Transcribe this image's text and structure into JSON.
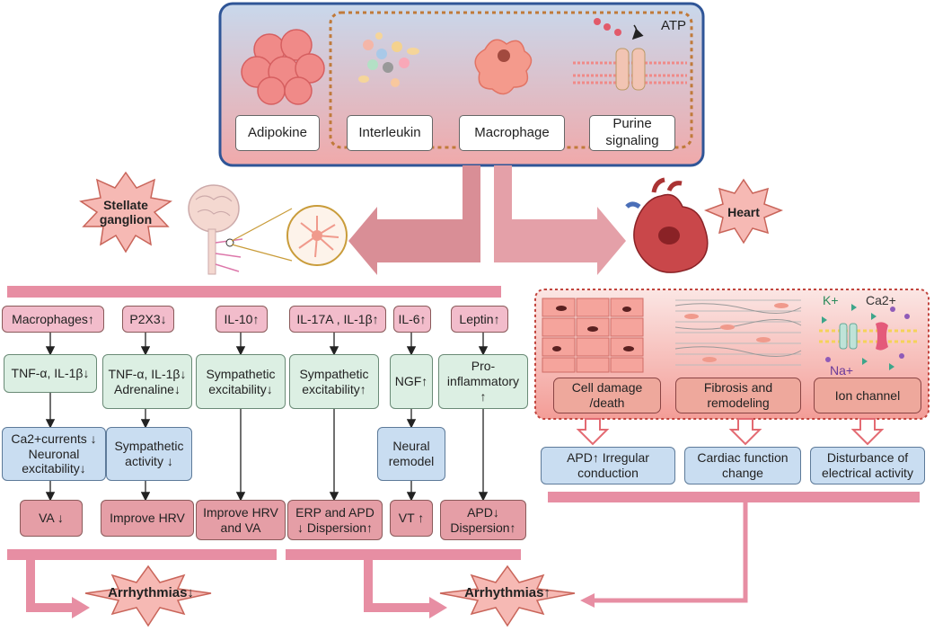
{
  "top_panel": {
    "adipokine": "Adipokine",
    "interleukin": "Interleukin",
    "macrophage": "Macrophage",
    "purine": "Purine signaling",
    "atp": "ATP"
  },
  "targets": {
    "stellate": "Stellate ganglion",
    "heart": "Heart"
  },
  "columns": [
    {
      "top": "Macrophages↑",
      "mid": "TNF-α, IL-1β↓",
      "mid2": "Ca2+currents ↓ Neuronal excitability↓",
      "bottom": "VA ↓"
    },
    {
      "top": "P2X3↓",
      "mid": "TNF-α, IL-1β↓ Adrenaline↓",
      "mid2": "Sympathetic activity ↓",
      "bottom": "Improve HRV"
    },
    {
      "top": "IL-10↑",
      "mid": "Sympathetic excitability↓",
      "bottom": "Improve HRV and VA"
    },
    {
      "top": "IL-17A , IL-1β↑",
      "mid": "Sympathetic excitability↑",
      "bottom": "ERP and APD ↓ Dispersion↑"
    },
    {
      "top": "IL-6↑",
      "mid": "NGF↑",
      "mid2": "Neural remodel",
      "bottom": "VT ↑"
    },
    {
      "top": "Leptin↑",
      "mid": "Pro-inflammatory ↑",
      "bottom": "APD↓ Dispersion↑"
    }
  ],
  "heart_panel": {
    "k": "K+",
    "ca": "Ca2+",
    "na": "Na+",
    "cell_damage": "Cell damage /death",
    "fibrosis": "Fibrosis and remodeling",
    "ion_channel": "Ion channel"
  },
  "heart_outcomes": {
    "apd": "APD↑ Irregular conduction",
    "cardiac": "Cardiac function change",
    "disturbance": "Disturbance of electrical activity"
  },
  "arrhythmias": {
    "left": "Arrhythmias↓",
    "right": "Arrhythmias↑"
  },
  "colors": {
    "border_blue": "#2f5597",
    "arrow": "#d98e96",
    "bar": "#e78ea3",
    "star": "#f6b9b4"
  }
}
